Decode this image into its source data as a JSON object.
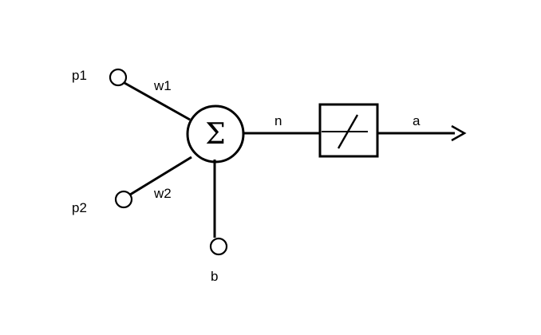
{
  "diagram": {
    "inputs": [
      {
        "label": "p1",
        "weight": "w1"
      },
      {
        "label": "p2",
        "weight": "w2"
      }
    ],
    "bias_label": "b",
    "summation_symbol": "Σ",
    "net_input_label": "n",
    "transfer_function": "linear",
    "output_label": "a",
    "colors": {
      "stroke": "#000000",
      "background": "#ffffff"
    }
  }
}
